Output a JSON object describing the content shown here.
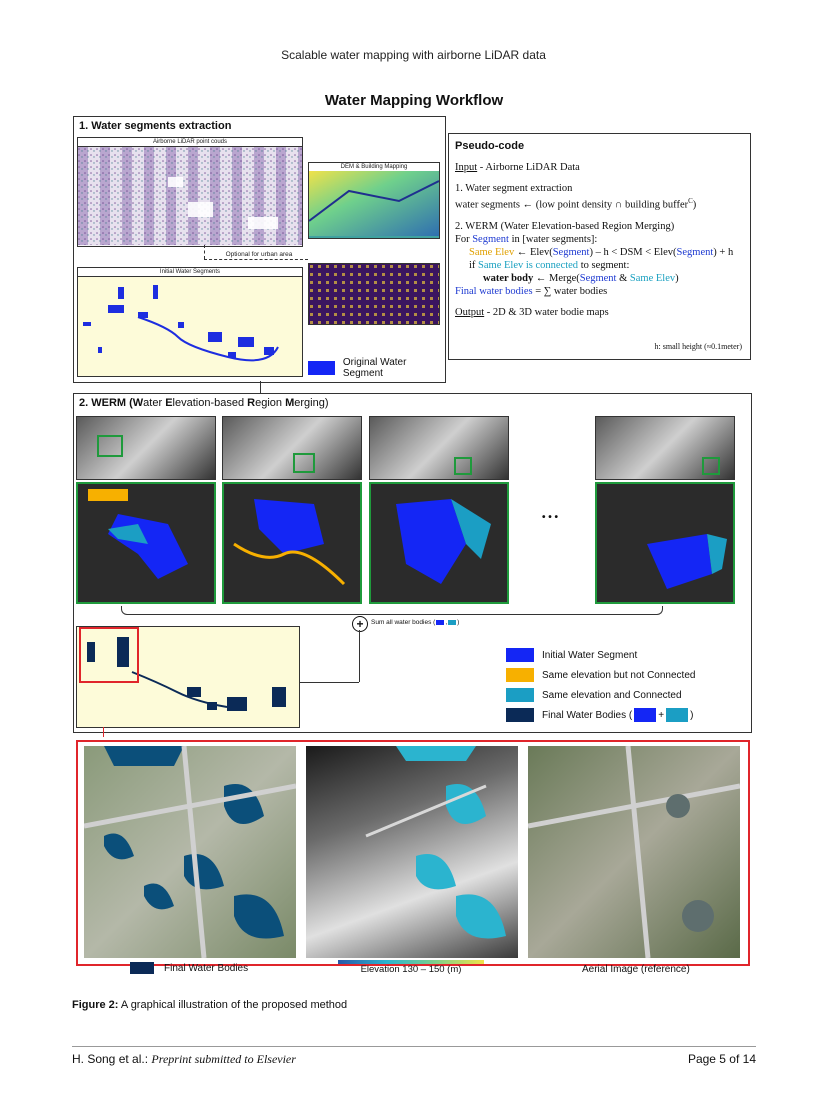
{
  "header": "Scalable water mapping with airborne LiDAR data",
  "figure": {
    "title": "Water Mapping Workflow",
    "section1": {
      "title": "1. Water segments extraction",
      "lidar_label": "Airborne LiDAR point couds",
      "dem_label": "DEM & Building Mapping",
      "optional_label": "Optional for urban area",
      "initial_label": "Initial Water Segments",
      "legend_label": "Original Water Segment"
    },
    "pseudocode": {
      "title": "Pseudo-code",
      "input_label": "Input",
      "input_text": " - Airborne LiDAR Data",
      "step1_title": "1. Water segment extraction",
      "step1_text": "water segments ← (low point density ∩ building buffer",
      "step1_sup": "C",
      "step1_end": ")",
      "step2_title": "2. WERM (Water Elevation-based Region Merging)",
      "for_prefix": "For ",
      "for_segment": "Segment",
      "for_suffix": " in [water segments]:",
      "same_elev": "Same Elev",
      "line_a": " ← Elev(",
      "segment": "Segment",
      "line_b": ") – h < DSM < Elev(",
      "line_c": ") + h",
      "if_prefix": "if ",
      "if_cond": "Same Elev is connected",
      "if_suffix": " to segment:",
      "wb_prefix": "water body",
      "wb_mid": " ← Merge(",
      "wb_and": " & ",
      "wb_end": ")",
      "final_label": "Final water bodies",
      "final_text": " = ∑ water bodies",
      "output_label": "Output",
      "output_text": " - 2D & 3D water bodie maps",
      "note": "h: small height (≈0.1meter)"
    },
    "section2": {
      "title_parts": [
        "2. WERM (",
        "W",
        "ater ",
        "E",
        "levation-based ",
        "R",
        "egion ",
        "M",
        "erging)"
      ],
      "ellipsis": "• • •",
      "sum_label": "Sum all water bodies (",
      "sum_end": ")",
      "plus": "+",
      "legend": [
        {
          "label": "Initial Water Segment",
          "color": "#1426f5"
        },
        {
          "label": "Same elevation but not Connected",
          "color": "#f7b000"
        },
        {
          "label": "Same elevation and Connected",
          "color": "#1b9ec4"
        },
        {
          "label": "Final Water Bodies (",
          "color": "#0b2a57"
        }
      ],
      "legend_plus": "+",
      "legend_end": ")"
    },
    "bottom": {
      "final_label": "Final Water Bodies",
      "elev_label": "Elevation 130 – 150 (m)",
      "aerial_label": "Aerial Image (reference)"
    }
  },
  "caption_bold": "Figure 2:",
  "caption_text": " A graphical illustration of the proposed method",
  "footer": {
    "author": "H. Song et al.: ",
    "journal": "Preprint submitted to Elsevier",
    "page": "Page 5 of 14"
  }
}
